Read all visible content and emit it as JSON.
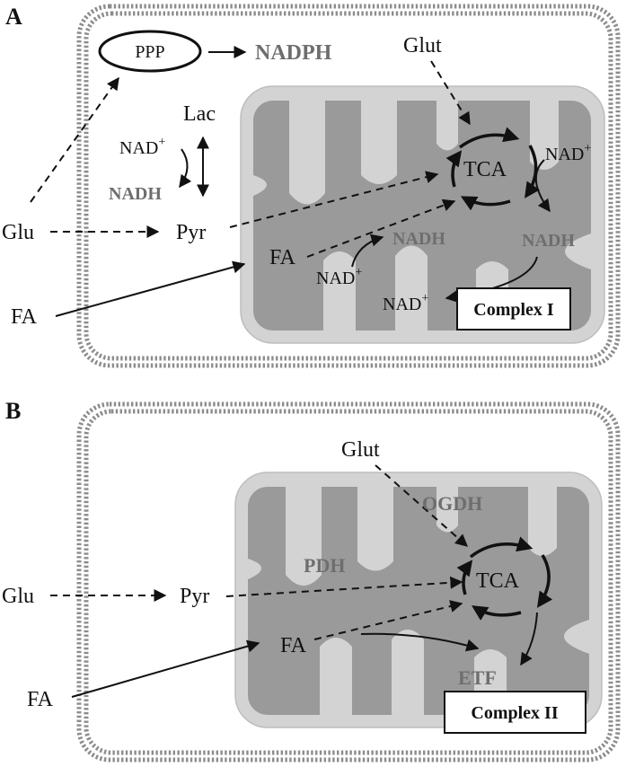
{
  "panels": [
    {
      "letter": "A",
      "ppp": "PPP",
      "nadph": "NADPH",
      "lac": "Lac",
      "nad_plus_glyco": "NAD",
      "nadh_glyco": "NADH",
      "glu": "Glu",
      "pyr": "Pyr",
      "fa_outer": "FA",
      "fa_inner": "FA",
      "glut": "Glut",
      "tca": "TCA",
      "nad_plus_tca": "NAD",
      "nadh_tca": "NADH",
      "nad_plus_fa": "NAD",
      "nadh_fa": "NADH",
      "nad_plus_complex": "NAD",
      "complex": "Complex I",
      "sup_plus": "+"
    },
    {
      "letter": "B",
      "glut": "Glut",
      "ogdh": "OGDH",
      "pdh": "PDH",
      "glu": "Glu",
      "pyr": "Pyr",
      "tca": "TCA",
      "fa_inner": "FA",
      "fa_outer": "FA",
      "etf": "ETF",
      "complex": "Complex II"
    }
  ],
  "colors": {
    "membrane": "#8c8c8c",
    "mito_outer": "#d3d3d3",
    "mito_matrix": "#9a9a9a",
    "gray_label": "#6e6e6e",
    "ink": "#111111"
  }
}
